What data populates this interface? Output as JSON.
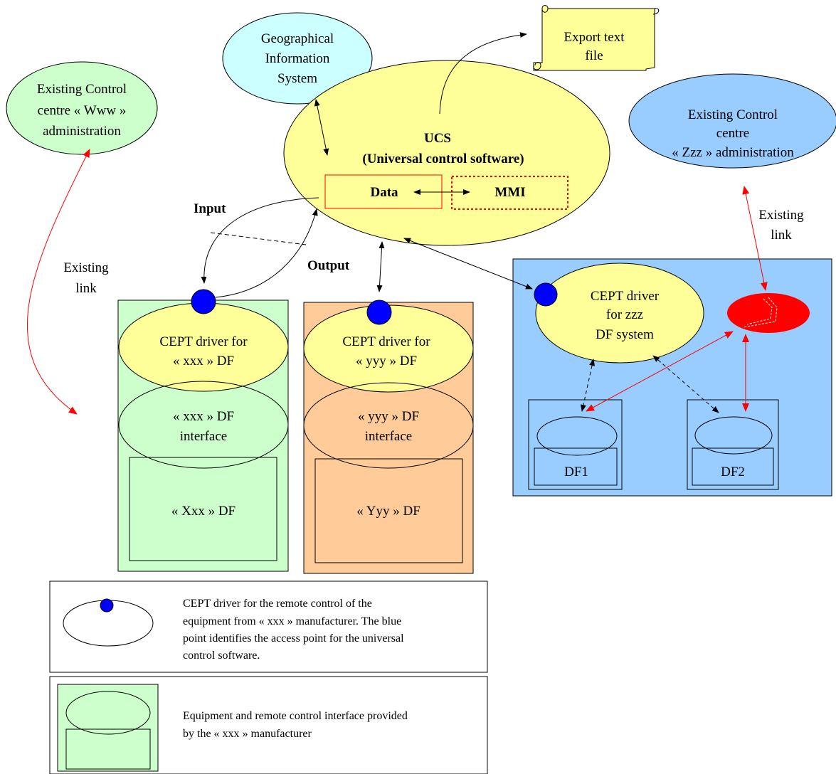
{
  "nodes": {
    "gis": [
      "Geographical",
      "Information",
      "System"
    ],
    "export_file": [
      "Export text",
      "file"
    ],
    "control_www": [
      "Existing Control",
      "centre « Www »",
      "administration"
    ],
    "control_zzz": [
      "Existing Control",
      "centre",
      "« Zzz » administration"
    ],
    "ucs_title": "UCS",
    "ucs_subtitle": "(Universal control software)",
    "data_box": "Data",
    "mmi_box": "MMI",
    "input_label": "Input",
    "output_label": "Output",
    "existing_link_left": [
      "Existing",
      "link"
    ],
    "existing_link_right": [
      "Existing",
      "link"
    ],
    "xxx_driver": [
      "CEPT driver for",
      "« xxx » DF"
    ],
    "xxx_interface": [
      "« xxx » DF",
      "interface"
    ],
    "xxx_df": "« Xxx » DF",
    "yyy_driver": [
      "CEPT driver for",
      "« yyy » DF"
    ],
    "yyy_interface": [
      "« yyy » DF",
      "interface"
    ],
    "yyy_df": "« Yyy » DF",
    "zzz_driver": [
      "CEPT driver",
      "for zzz",
      "DF system"
    ],
    "df1": "DF1",
    "df2": "DF2"
  },
  "legend": {
    "driver_text": [
      "CEPT driver for the remote control of the",
      "equipment from « xxx » manufacturer. The blue",
      "point identifies the access point for the universal",
      "control software."
    ],
    "equipment_text": [
      "Equipment and remote control interface provided",
      "by the « xxx » manufacturer"
    ]
  },
  "colors": {
    "green": "#ccffcc",
    "orange": "#ffcc99",
    "yellow": "#ffff99",
    "light_blue": "#99ccff",
    "cyan": "#ccffff",
    "access_point_blue": "#0000ff",
    "red": "#ff0000"
  }
}
